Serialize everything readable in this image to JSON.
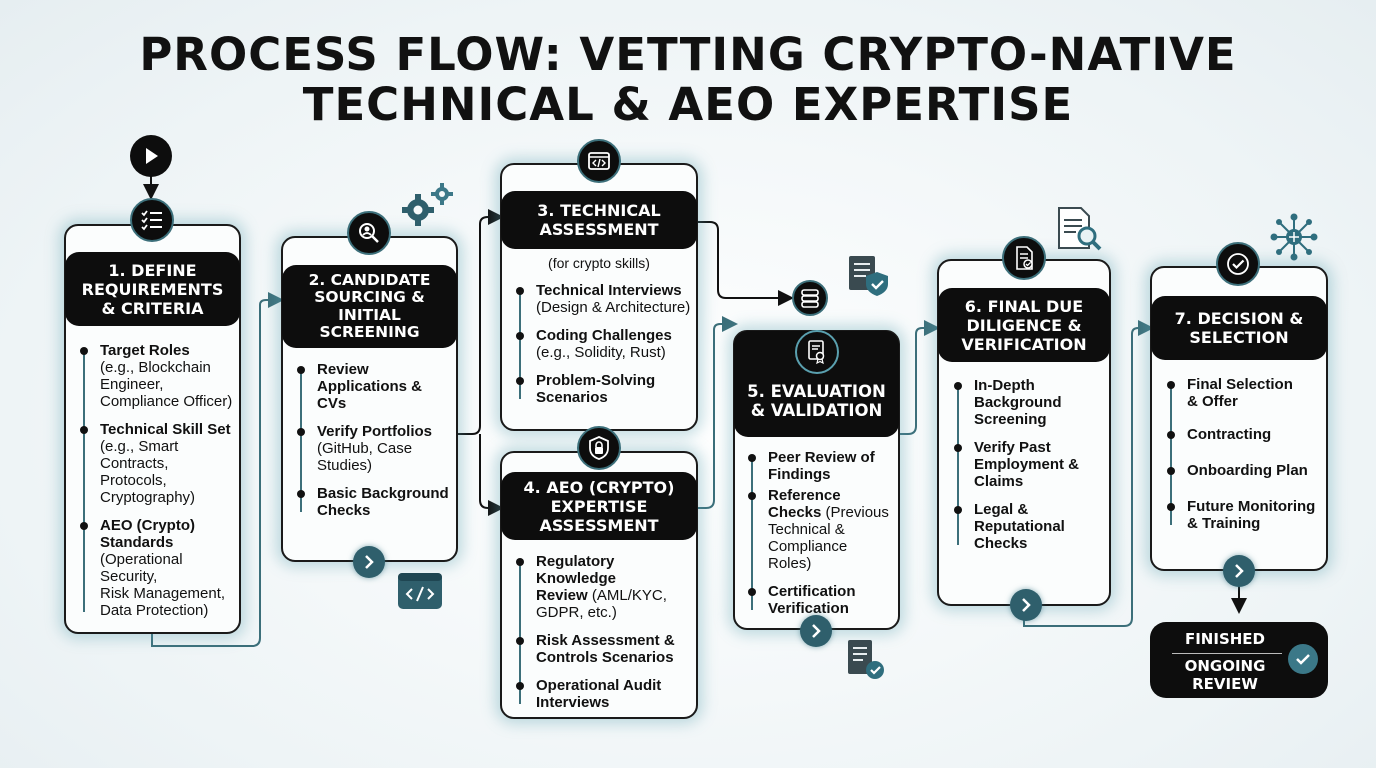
{
  "title": {
    "line1": "PROCESS FLOW: VETTING CRYPTO-NATIVE",
    "line2": "TECHNICAL & AEO EXPERTISE"
  },
  "steps": [
    {
      "id": "1",
      "header": [
        "1. DEFINE",
        "REQUIREMENTS",
        "& CRITERIA"
      ],
      "icon": "checklist-icon",
      "items": [
        {
          "bold": [
            "Target Roles"
          ],
          "plain": [
            "(e.g., Blockchain",
            "Engineer,",
            "Compliance Officer)"
          ]
        },
        {
          "bold": [
            "Technical Skill Set"
          ],
          "plain": [
            "(e.g., Smart",
            "Contracts,",
            "Protocols,",
            "Cryptography)"
          ]
        },
        {
          "bold": [
            "AEO (Crypto)",
            "Standards"
          ],
          "plain": [
            "(Operational",
            "Security,",
            "Risk Management,",
            "Data Protection)"
          ]
        }
      ]
    },
    {
      "id": "2",
      "header": [
        "2. CANDIDATE",
        "SOURCING &",
        "INITIAL",
        "SCREENING"
      ],
      "icon": "search-user-icon",
      "items": [
        {
          "bold": [
            "Review",
            "Applications &",
            "CVs"
          ],
          "plain": []
        },
        {
          "bold": [
            "Verify Portfolios"
          ],
          "plain": [
            "(GitHub, Case",
            "Studies)"
          ]
        },
        {
          "bold": [
            "Basic Background",
            "Checks"
          ],
          "plain": []
        }
      ]
    },
    {
      "id": "3",
      "header": [
        "3. TECHNICAL",
        "ASSESSMENT"
      ],
      "subtitle": "(for crypto skills)",
      "icon": "code-window-icon",
      "items": [
        {
          "bold": [
            "Technical Interviews"
          ],
          "plain": [
            "(Design & Architecture)"
          ]
        },
        {
          "bold": [
            "Coding Challenges"
          ],
          "plain": [
            "(e.g., Solidity, Rust)"
          ]
        },
        {
          "bold": [
            "Problem-Solving",
            "Scenarios"
          ],
          "plain": []
        }
      ]
    },
    {
      "id": "4",
      "header": [
        "4. AEO (CRYPTO)",
        "EXPERTISE",
        "ASSESSMENT"
      ],
      "icon": "lock-shield-icon",
      "items": [
        {
          "bold": [
            "Regulatory Knowledge",
            "Review"
          ],
          "plain": [
            "(AML/KYC,",
            "GDPR, etc.)"
          ],
          "inline": true
        },
        {
          "bold": [
            "Risk Assessment &",
            "Controls Scenarios"
          ],
          "plain": []
        },
        {
          "bold": [
            "Operational Audit",
            "Interviews"
          ],
          "plain": []
        }
      ]
    },
    {
      "id": "5",
      "header": [
        "5. EVALUATION",
        "& VALIDATION"
      ],
      "icon": "certificate-icon",
      "items": [
        {
          "bold": [
            "Peer Review of",
            "Findings"
          ],
          "plain": []
        },
        {
          "bold": [
            "Reference",
            "Checks"
          ],
          "plain": [
            "(Previous",
            "Technical &",
            "Compliance",
            "Roles)"
          ],
          "inline": true
        },
        {
          "bold": [
            "Certification",
            "Verification"
          ],
          "plain": []
        }
      ]
    },
    {
      "id": "6",
      "header": [
        "6. FINAL DUE",
        "DILIGENCE &",
        "VERIFICATION"
      ],
      "icon": "document-check-icon",
      "items": [
        {
          "bold": [
            "In-Depth",
            "Background",
            "Screening"
          ],
          "plain": []
        },
        {
          "bold": [
            "Verify Past",
            "Employment &",
            "Claims"
          ],
          "plain": []
        },
        {
          "bold": [
            "Legal &",
            "Reputational",
            "Checks"
          ],
          "plain": []
        }
      ]
    },
    {
      "id": "7",
      "header": [
        "7. DECISION &",
        "SELECTION"
      ],
      "icon": "check-circle-icon",
      "items": [
        {
          "bold": [
            "Final Selection",
            "& Offer"
          ],
          "plain": []
        },
        {
          "bold": [
            "Contracting"
          ],
          "plain": []
        },
        {
          "bold": [
            "Onboarding Plan"
          ],
          "plain": []
        },
        {
          "bold": [
            "Future Monitoring",
            "& Training"
          ],
          "plain": []
        }
      ]
    }
  ],
  "finish": {
    "label": "FINISHED",
    "sub": [
      "ONGOING",
      "REVIEW"
    ]
  },
  "icons": {
    "start": "play-icon",
    "next": "chevron-right-icon",
    "gears": "gears-icon",
    "code": "code-icon",
    "document": "document-shield-icon",
    "network": "network-icon"
  },
  "colors": {
    "accent": "#3c6f7a",
    "header": "#0d0d0d",
    "glow": "#5aa0af"
  }
}
